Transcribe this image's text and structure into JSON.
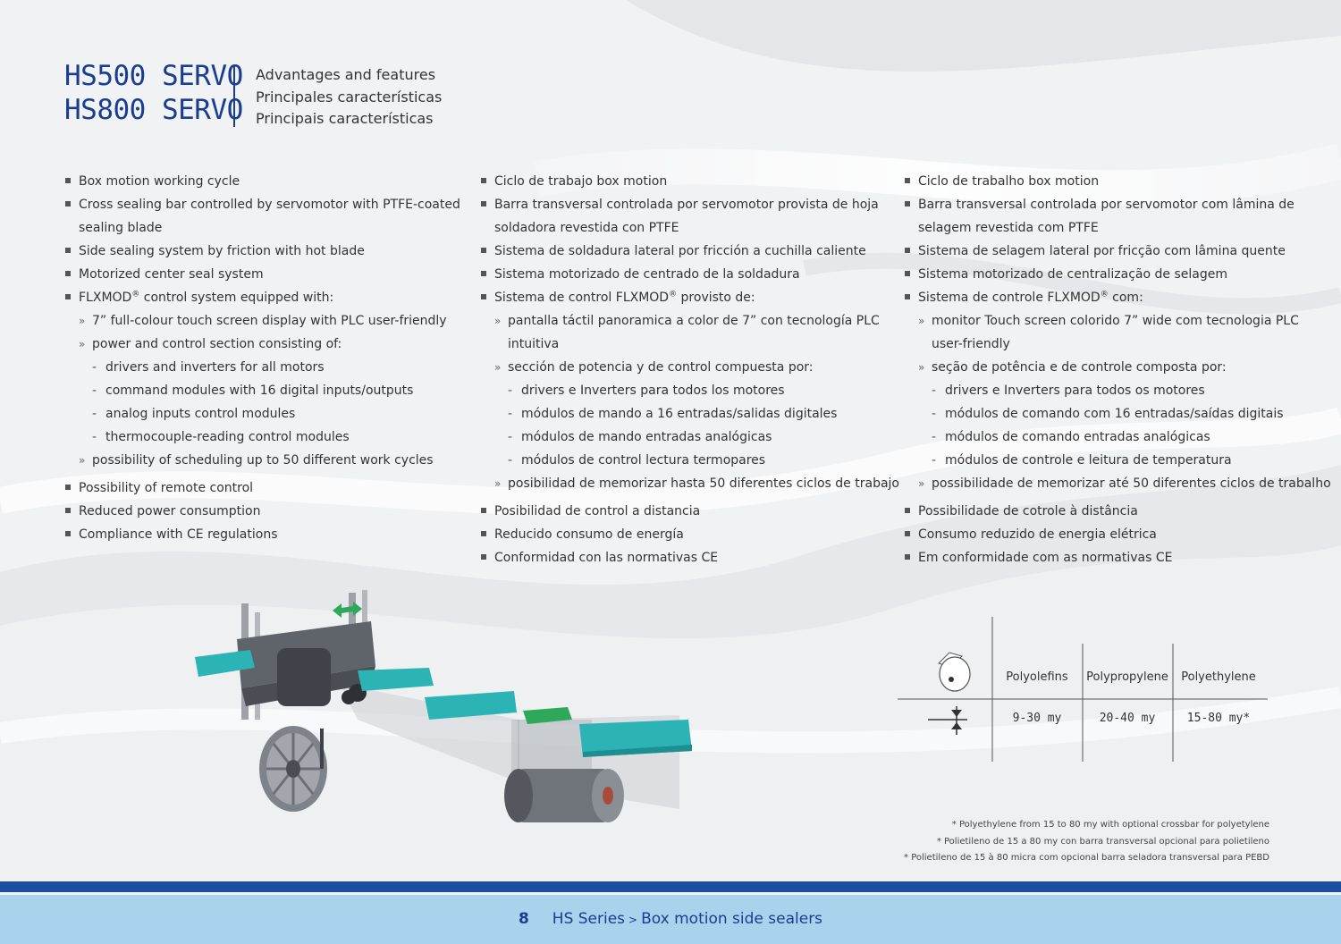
{
  "title": {
    "line1": "HS500 SERVO",
    "line2": "HS800 SERVO"
  },
  "subtitle": {
    "en": "Advantages and features",
    "es": "Principales características",
    "pt": "Principais características"
  },
  "columns": {
    "en": [
      "Box motion working cycle",
      "Cross sealing bar controlled by servomotor with PTFE-coated",
      "sealing blade",
      "Side sealing system by friction with hot blade",
      "Motorized center seal system",
      "FLXMOD",
      "control system equipped with:",
      "7” full-colour touch screen display with PLC user-friendly",
      "power and control section consisting of:",
      "drivers and inverters for all motors",
      "command modules with 16 digital inputs/outputs",
      "analog inputs control modules",
      "thermocouple-reading control modules",
      "possibility of scheduling up to 50 different work cycles",
      "Possibility of remote control",
      "Reduced power consumption",
      "Compliance with CE regulations"
    ],
    "es": [
      "Ciclo de trabajo box motion",
      "Barra transversal controlada por servomotor provista de hoja",
      "soldadora revestida con PTFE",
      "Sistema de soldadura lateral por fricción a cuchilla caliente",
      "Sistema motorizado de centrado de la soldadura",
      "Sistema de control FLXMOD",
      "provisto de:",
      "pantalla táctil panoramica a color de 7” con tecnología PLC",
      "intuitiva",
      "sección de potencia y de control compuesta por:",
      "drivers e Inverters para todos los motores",
      "módulos de mando a 16 entradas/salidas digitales",
      "módulos de mando entradas analógicas",
      "módulos de control lectura termopares",
      "posibilidad de memorizar hasta 50 diferentes ciclos de trabajo",
      "Posibilidad de control a distancia",
      "Reducido consumo de energía",
      "Conformidad con las normativas CE"
    ],
    "pt": [
      "Ciclo de trabalho box motion",
      "Barra transversal controlada por servomotor com lâmina de",
      "selagem revestida com PTFE",
      "Sistema de selagem lateral por fricção com lâmina quente",
      "Sistema motorizado de centralização de selagem",
      "Sistema de controle FLXMOD",
      "com:",
      "monitor Touch screen colorido 7” wide com tecnologia PLC",
      "user-friendly",
      "seção de potência e de controle composta por:",
      "drivers e Inverters para todos os motores",
      "módulos de comando com 16 entradas/saídas digitais",
      "módulos de comando entradas analógicas",
      "módulos de controle e leitura de temperatura",
      "possibilidade de memorizar até 50 diferentes ciclos de trabalho",
      "Possibilidade de cotrole à distância",
      "Consumo reduzido de energia elétrica",
      "Em conformidade com as normativas CE"
    ]
  },
  "trademark": "®",
  "bullet2": "»",
  "bullet3": "-",
  "spec_table": {
    "headers": [
      "Polyolefins",
      "Polypropylene",
      "Polyethylene"
    ],
    "values": [
      "9-30 my",
      "20-40 my",
      "15-80 my*"
    ],
    "icons": [
      "film-roll-icon",
      "thickness-icon"
    ]
  },
  "footnotes": [
    "* Polyethylene from 15 to 80 my with optional crossbar for polyetylene",
    "* Polietileno de 15 a 80 my con barra transversal opcional para polietileno",
    "* Polietileno de 15 à 80 micra com opcional barra seladora transversal para PEBD"
  ],
  "footer": {
    "page_number": "8",
    "series": "HS Series",
    "separator": ">",
    "section": "Box motion side sealers"
  },
  "colors": {
    "brand_blue": "#1a3d8f",
    "band_dark": "#1c4fa0",
    "band_light": "#a9d3ec",
    "teal": "#2bb3b5",
    "green": "#2ea85a"
  }
}
